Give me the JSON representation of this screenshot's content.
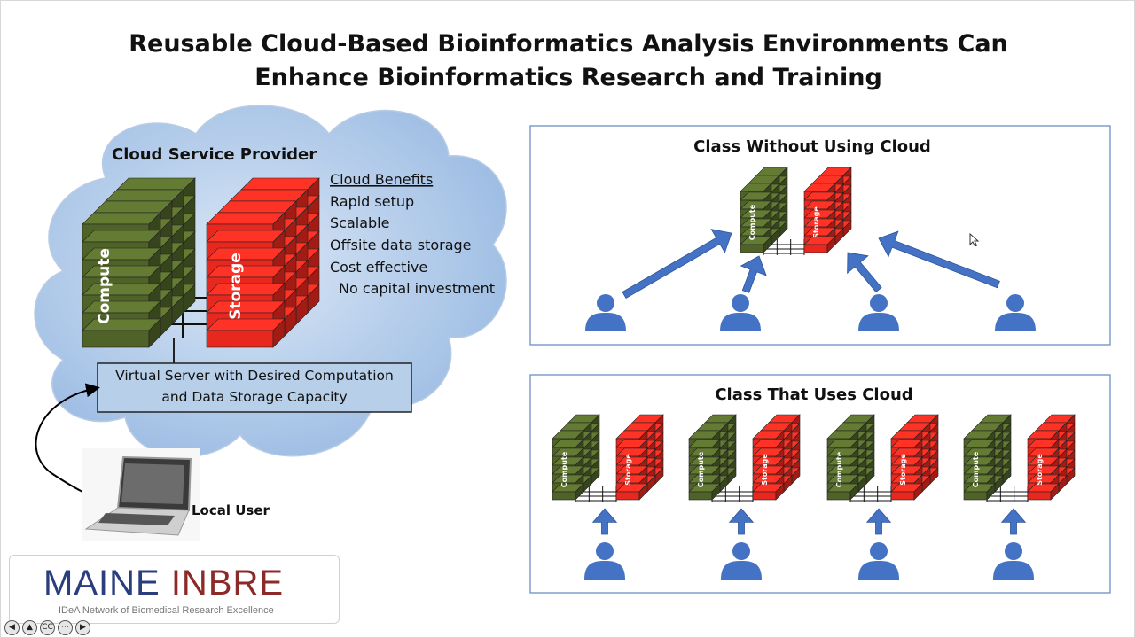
{
  "slide": {
    "title_line1": "Reusable Cloud-Based Bioinformatics Analysis Environments Can",
    "title_line2": "Enhance Bioinformatics Research and Training"
  },
  "cloud": {
    "provider_label": "Cloud Service Provider",
    "benefits_heading": "Cloud Benefits",
    "benefits": [
      "Rapid setup",
      "Scalable",
      "Offsite data storage",
      "Cost effective"
    ],
    "sub_benefit": "No capital investment",
    "compute_label": "Compute",
    "storage_label": "Storage",
    "server_line1": "Virtual Server with Desired Computation",
    "server_line2": "and Data Storage Capacity",
    "local_user_label": "Local User"
  },
  "panel_without": {
    "title": "Class Without Using Cloud",
    "compute_label": "Compute",
    "storage_label": "Storage",
    "users": 4
  },
  "panel_with": {
    "title": "Class That Uses Cloud",
    "compute_label": "Compute",
    "storage_label": "Storage",
    "users": 4
  },
  "logo": {
    "word1": "MAINE",
    "word2": "INBRE",
    "tagline": "IDeA Network of Biomedical Research Excellence"
  },
  "player": {
    "controls": [
      "prev-icon",
      "settings-icon",
      "captions-icon",
      "more-icon",
      "next-icon"
    ],
    "captions_text": "CC"
  },
  "colors": {
    "compute": "#4f6228",
    "storage": "#e8281e",
    "user": "#4472c4",
    "arrow": "#4472c4",
    "cloud": "#b8cfe9"
  }
}
